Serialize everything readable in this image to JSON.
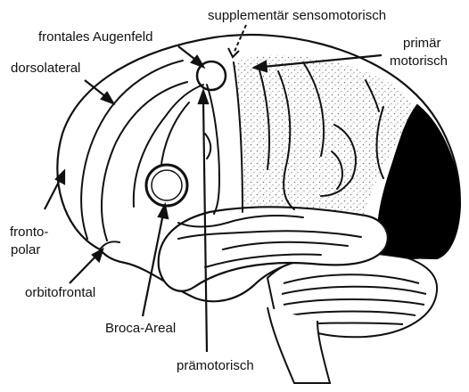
{
  "labels": {
    "supplementary": "supplementär sensomotorisch",
    "fef": "frontales Augenfeld",
    "primary_line1": "primär",
    "primary_line2": "motorisch",
    "dorsolateral": "dorsolateral",
    "frontopolar_line1": "fronto-",
    "frontopolar_line2": "polar",
    "orbitofrontal": "orbitofrontal",
    "broca": "Broca-Areal",
    "premotor": "prämotorisch"
  },
  "colors": {
    "outline": "#111111",
    "stipple": "#8a8a8a",
    "occipital_fill": "#000000",
    "background": "#ffffff"
  }
}
